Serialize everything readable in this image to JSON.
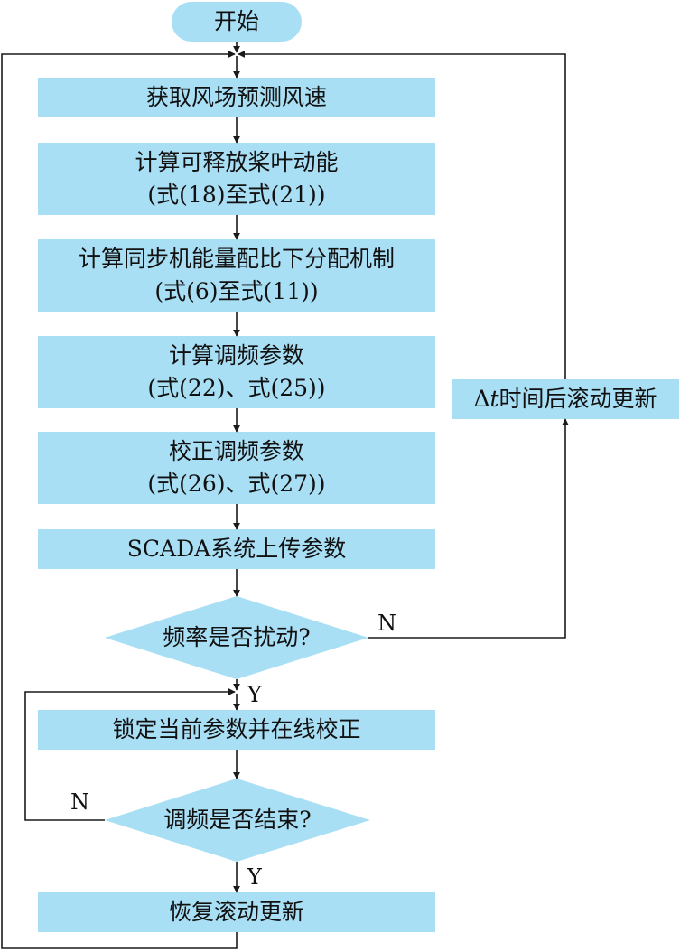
{
  "colors": {
    "fill": "#a9dff5",
    "line": "#1a1a1a"
  },
  "nodes": {
    "start": "开始",
    "get_wind": "获取风场预测风速",
    "calc_energy_1": "计算可释放桨叶动能",
    "calc_energy_2": "(式(18)至式(21))",
    "calc_ratio_1": "计算同步机能量配比下分配机制",
    "calc_ratio_2": "(式(6)至式(11))",
    "calc_freq_1": "计算调频参数",
    "calc_freq_2": "(式(22)、式(25))",
    "check_freq_1": "校正调频参数",
    "check_freq_2": "(式(26)、式(27))",
    "scada": "SCADA系统上传参数",
    "decision_disturb": "频率是否扰动?",
    "lock": "锁定当前参数并在线校正",
    "decision_end": "调频是否结束?",
    "restore": "恢复滚动更新"
  },
  "side": {
    "delta_symbol": "Δ",
    "t_symbol": "t",
    "rest": "时间后滚动更新"
  },
  "labels": {
    "n1": "N",
    "y1": "Y",
    "n2": "N",
    "y2": "Y"
  }
}
